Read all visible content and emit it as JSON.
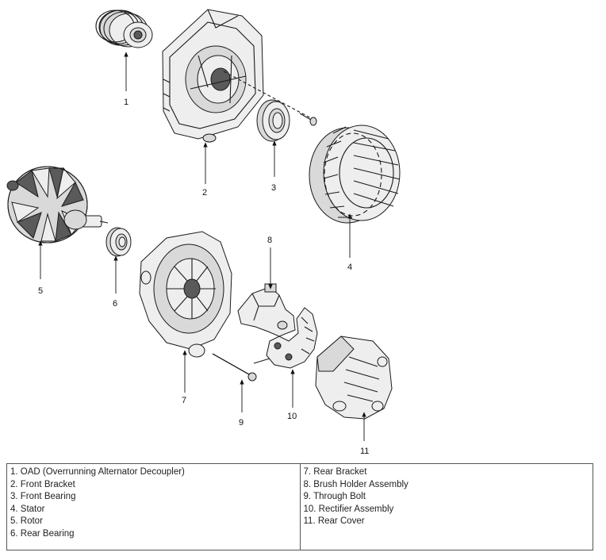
{
  "callouts": {
    "n1": "1",
    "n2": "2",
    "n3": "3",
    "n4": "4",
    "n5": "5",
    "n6": "6",
    "n7": "7",
    "n8": "8",
    "n9": "9",
    "n10": "10",
    "n11": "11"
  },
  "legend": {
    "left": [
      "1. OAD (Overrunning Alternator Decoupler)",
      "2. Front Bracket",
      "3. Front Bearing",
      "4. Stator",
      "5. Rotor",
      "6. Rear Bearing"
    ],
    "right": [
      "7. Rear Bracket",
      "8. Brush Holder Assembly",
      "9. Through Bolt",
      "10. Rectifier Assembly",
      "11. Rear Cover"
    ]
  }
}
